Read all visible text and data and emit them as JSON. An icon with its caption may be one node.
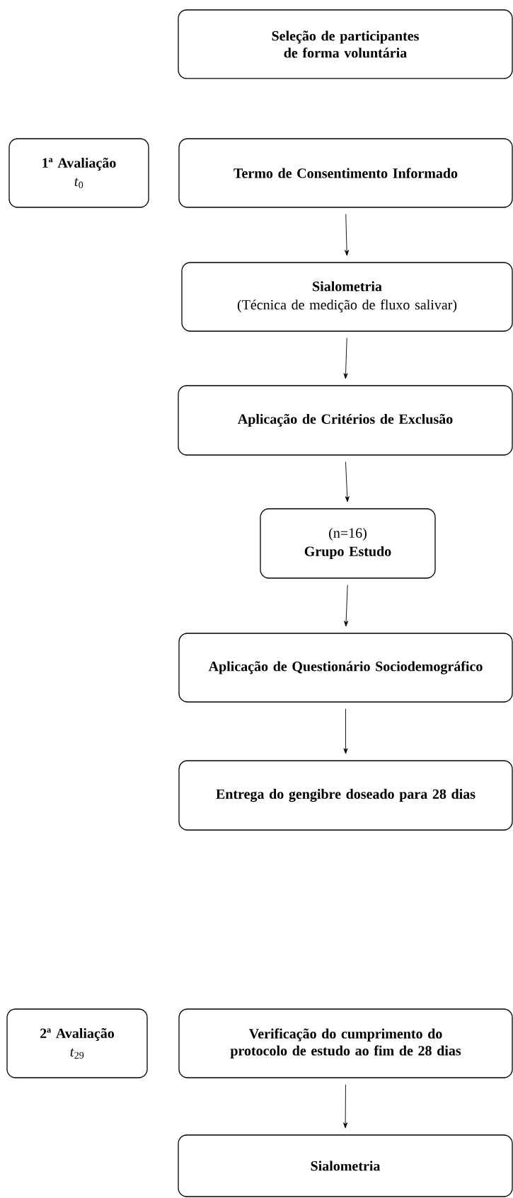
{
  "diagram": {
    "nodes": [
      {
        "text": [
          "Seleção de participantes de forma voluntária"
        ]
      },
      {
        "text": [
          "1ª Avaliação",
          "*t*$_{0}$"
        ]
      },
      {
        "text": [
          "Termo de Consentimento Informado"
        ]
      },
      {
        "text": [
          "Sialometria",
          "(Técnica de medição de fluxo salivar)"
        ]
      },
      {
        "text": [
          "Aplicação de Critérios de Exclusão"
        ]
      },
      {
        "text": [
          "(n=16)",
          "Grupo Estudo"
        ]
      },
      {
        "text": [
          "Aplicação de Questionário Sociodemográfico"
        ]
      },
      {
        "text": [
          "Entrega do gengibre doseado para 28 dias"
        ]
      },
      {
        "text": [
          "2ª Avaliação",
          "*t*$_{29}$"
        ]
      },
      {
        "text": [
          "Verificação do cumprimento do protocolo de estudo ao fim de 28 dias"
        ]
      },
      {
        "text": [
          "Sialometria"
        ]
      }
    ],
    "edges": [
      {
        "from": 2,
        "to": 3,
        "arrow": "to"
      },
      {
        "from": 3,
        "to": 4,
        "arrow": "to"
      },
      {
        "from": 4,
        "to": 5,
        "arrow": "to"
      },
      {
        "from": 5,
        "to": 6,
        "arrow": "to"
      },
      {
        "from": 6,
        "to": 7,
        "arrow": "to"
      },
      {
        "from": 9,
        "to": 10,
        "arrow": "to"
      }
    ]
  }
}
